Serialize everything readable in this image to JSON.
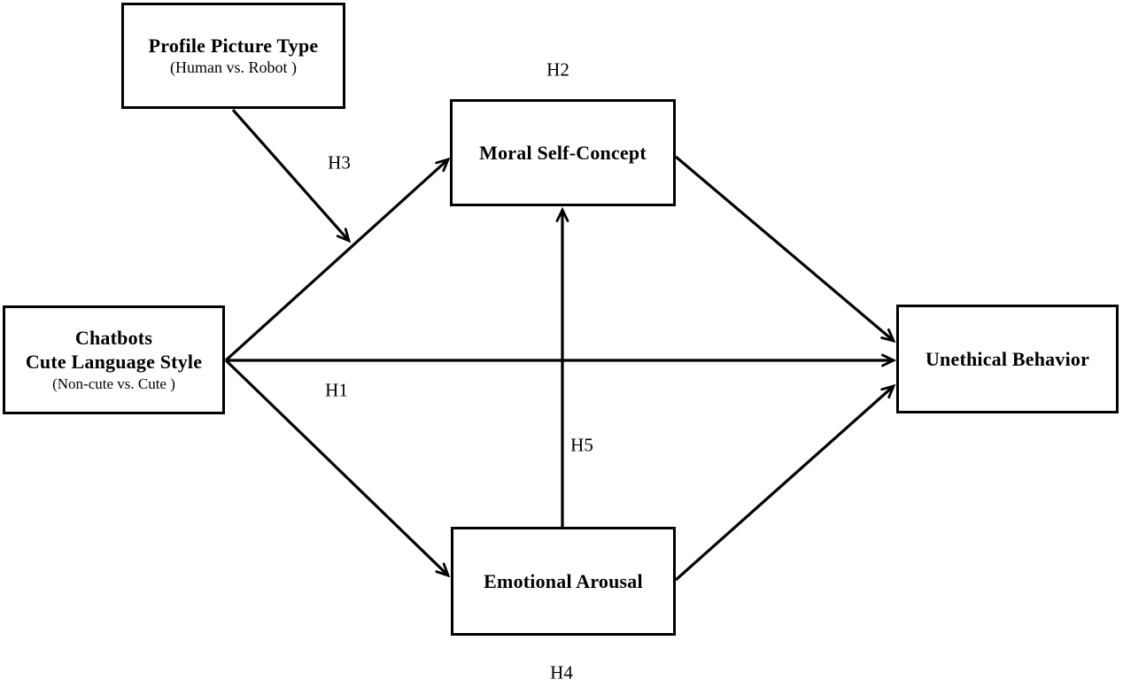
{
  "figure": {
    "type": "conceptual-model-path-diagram",
    "background_color": "#ffffff",
    "stroke_color": "#000000",
    "boxes": {
      "profile_picture_type": {
        "title": "Profile Picture Type",
        "subtitle": "(Human vs. Robot )"
      },
      "chatbots": {
        "title_line1": "Chatbots",
        "title_line2": "Cute Language Style",
        "subtitle": "(Non-cute vs. Cute )"
      },
      "moral_self_concept": {
        "title": "Moral Self-Concept"
      },
      "emotional_arousal": {
        "title": "Emotional Arousal"
      },
      "unethical_behavior": {
        "title": "Unethical Behavior"
      }
    },
    "hypothesis_labels": {
      "h1": "H1",
      "h2": "H2",
      "h3": "H3",
      "h4": "H4",
      "h5": "H5"
    },
    "edges": [
      {
        "from": "chatbots",
        "to": "unethical_behavior",
        "label": "H1",
        "style": "straight-arrow"
      },
      {
        "from": "chatbots",
        "to": "moral_self_concept",
        "label": "",
        "style": "straight-arrow"
      },
      {
        "from": "moral_self_concept",
        "to": "unethical_behavior",
        "label": "H2",
        "style": "straight-arrow"
      },
      {
        "from": "profile_picture_type",
        "to": "path:chatbots->moral_self_concept",
        "label": "H3",
        "style": "moderation-arrow"
      },
      {
        "from": "chatbots",
        "to": "emotional_arousal",
        "label": "",
        "style": "straight-arrow"
      },
      {
        "from": "emotional_arousal",
        "to": "unethical_behavior",
        "label": "H4",
        "style": "straight-arrow"
      },
      {
        "from": "emotional_arousal",
        "to": "moral_self_concept",
        "label": "H5",
        "style": "straight-arrow"
      }
    ]
  }
}
